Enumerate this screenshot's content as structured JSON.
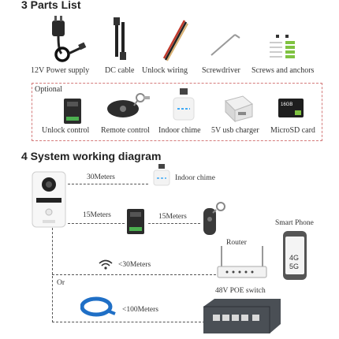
{
  "parts_list": {
    "title": "3 Parts List",
    "items": [
      "12V Power supply",
      "DC cable",
      "Unlock wiring",
      "Screwdriver",
      "Screws and anchors"
    ]
  },
  "optional": {
    "label": "Optional",
    "items": [
      "Unlock control",
      "Remote control",
      "Indoor chime",
      "5V usb charger",
      "MicroSD card"
    ],
    "sd_card_text": "16GB"
  },
  "diagram": {
    "title": "4 System working diagram",
    "meters_30_top": "30Meters",
    "indoor_chime": "Indoor chime",
    "meters_15_a": "15Meters",
    "meters_15_b": "15Meters",
    "smart_phone": "Smart Phone",
    "phone_4g": "4G",
    "phone_5g": "5G",
    "router": "Router",
    "wifi_30": "<30Meters",
    "or": "Or",
    "poe_switch": "48V POE switch",
    "cable_100": "<100Meters"
  },
  "colors": {
    "optional_border": "#d47a7a",
    "cable_blue": "#1f6fc6",
    "sd_green": "#7fc241"
  }
}
